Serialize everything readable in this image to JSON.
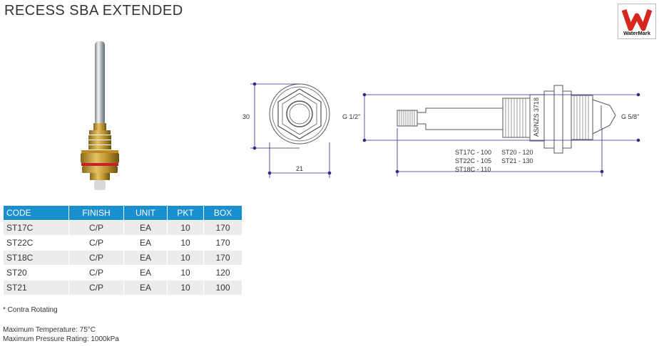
{
  "title": "RECESS SBA EXTENDED",
  "watermark": {
    "label": "WaterMark",
    "brand_color": "#d7261e"
  },
  "drawing": {
    "front_height": "30",
    "front_width": "21",
    "inlet_thread": "G 1/2\"",
    "outlet_thread": "G 5/8\"",
    "standard_mark": "AS/NZS 3718",
    "lengths_col1": [
      "ST17C - 100",
      "ST22C - 105",
      "ST18C - 110"
    ],
    "lengths_col2": [
      "ST20 - 120",
      "ST21 - 130"
    ]
  },
  "table": {
    "header_color": "#1a8fd0",
    "headers": [
      "CODE",
      "FINISH",
      "UNIT",
      "PKT",
      "BOX"
    ],
    "rows": [
      [
        "ST17C",
        "C/P",
        "EA",
        "10",
        "170"
      ],
      [
        "ST22C",
        "C/P",
        "EA",
        "10",
        "170"
      ],
      [
        "ST18C",
        "C/P",
        "EA",
        "10",
        "170"
      ],
      [
        "ST20",
        "C/P",
        "EA",
        "10",
        "120"
      ],
      [
        "ST21",
        "C/P",
        "EA",
        "10",
        "100"
      ]
    ]
  },
  "note": "* Contra Rotating",
  "specs": [
    "Maximum Temperature: 75°C",
    "Maximum Pressure Rating: 1000kPa"
  ]
}
